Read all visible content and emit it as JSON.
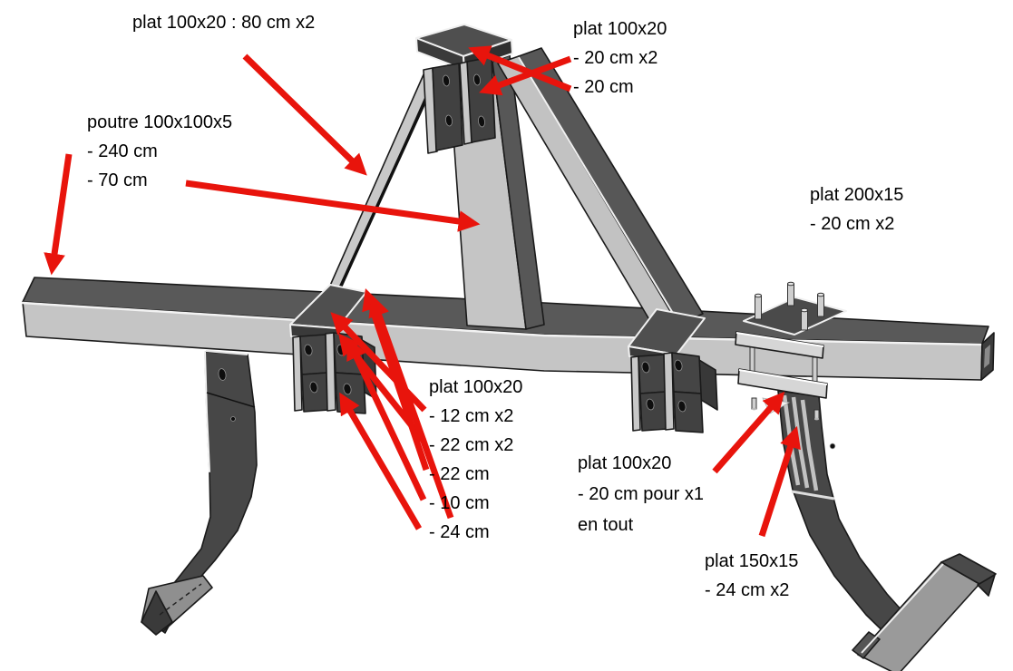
{
  "figure": {
    "description": "CAD view of a 3-tine cultivator frame with French part dimension callouts",
    "language": "fr",
    "background": "#ffffff",
    "colors": {
      "arrow_red": "#e8140c",
      "steel_light": "#c5c5c5",
      "steel_top_dark": "#595959",
      "plate_dark": "#454545",
      "outline": "#1a1a1a",
      "text": "#000000"
    },
    "labels": {
      "diagonal_brace": {
        "lines": [
          "plat 100x20 : 80 cm x2"
        ]
      },
      "top_hitch": {
        "lines": [
          "plat 100x20",
          "- 20 cm x2",
          "- 20 cm"
        ]
      },
      "main_beam": {
        "lines": [
          "poutre 100x100x5",
          "- 240 cm",
          "- 70 cm"
        ]
      },
      "clamp_plates": {
        "lines": [
          "plat 200x15",
          "- 20 cm x2"
        ]
      },
      "left_bracket_plates": {
        "lines": [
          "plat 100x20",
          "- 12 cm x2",
          "- 22 cm x2",
          "- 22 cm",
          "- 10 cm",
          "- 24 cm"
        ]
      },
      "middle_bracket_plates": {
        "lines": [
          "plat 100x20",
          "- 20 cm pour x1",
          "en tout"
        ]
      },
      "shank_plates": {
        "lines": [
          "plat 150x15",
          "- 24 cm x2"
        ]
      }
    }
  }
}
